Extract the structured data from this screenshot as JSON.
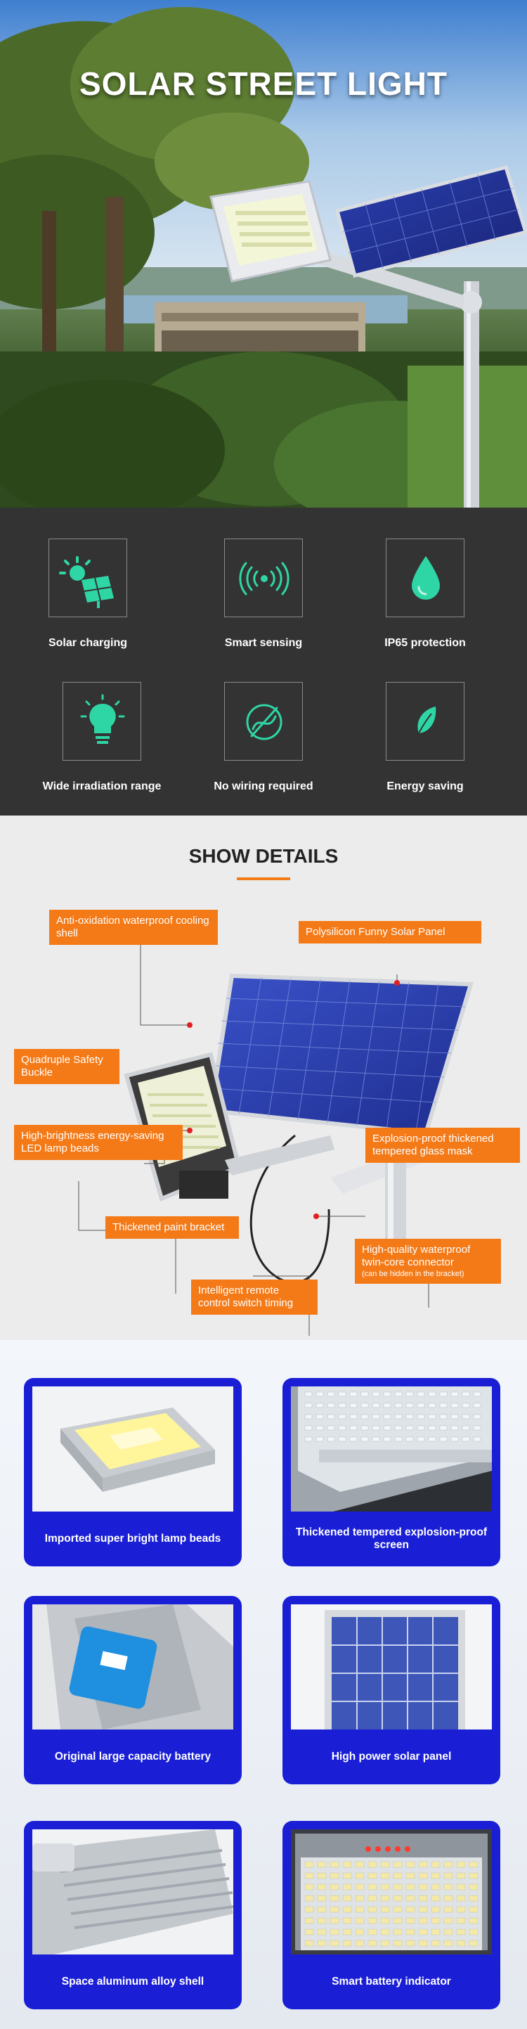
{
  "hero": {
    "title": "SOLAR STREET LIGHT"
  },
  "features": [
    {
      "icon": "solar-panel-icon",
      "label": "Solar charging"
    },
    {
      "icon": "sensor-wave-icon",
      "label": "Smart sensing"
    },
    {
      "icon": "water-drop-icon",
      "label": "IP65 protection"
    },
    {
      "icon": "light-bulb-icon",
      "label": "Wide irradiation range"
    },
    {
      "icon": "no-wire-icon",
      "label": "No wiring required"
    },
    {
      "icon": "leaf-icon",
      "label": "Energy saving"
    }
  ],
  "colors": {
    "accent": "#f47a18",
    "feature_icon": "#2fd6a5",
    "card_blue": "#1a1fd6",
    "feature_bg": "#333333"
  },
  "details": {
    "title": "SHOW DETAILS",
    "callouts": {
      "anti_oxidation": "Anti-oxidation waterproof cooling shell",
      "solar_panel": "Polysilicon Funny Solar Panel",
      "quadruple_buckle": "Quadruple Safety Buckle",
      "led_beads": "High-brightness energy-saving LED lamp beads",
      "glass_mask": "Explosion-proof thickened tempered glass mask",
      "paint_bracket": "Thickened paint bracket",
      "connector": "High-quality waterproof twin-core connector",
      "connector_note": "(can be hidden in the bracket)",
      "remote": "Intelligent remote control switch timing"
    }
  },
  "components": [
    {
      "label": "Imported super bright lamp beads"
    },
    {
      "label": "Thickened tempered explosion-proof screen"
    },
    {
      "label": "Original large capacity battery"
    },
    {
      "label": "High power solar panel"
    },
    {
      "label": "Space aluminum alloy shell"
    },
    {
      "label": "Smart battery indicator"
    }
  ]
}
